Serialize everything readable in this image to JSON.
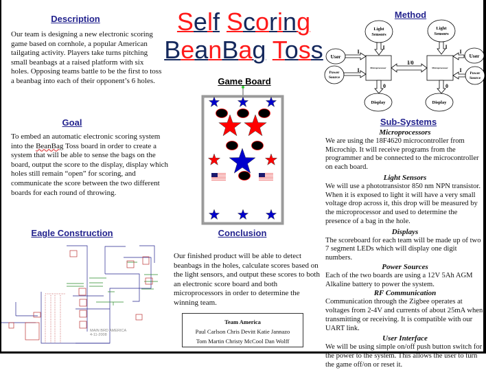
{
  "title": {
    "line1": "Self Scoring",
    "line2": "BeanBag Toss",
    "colors": {
      "red": "#ff1a1a",
      "navy": "#14285c"
    }
  },
  "description": {
    "heading": "Description",
    "text": "Our team is designing a new electronic scoring game based on cornhole, a popular American tailgating activity. Players take turns pitching small beanbags at a raised platform with six holes. Opposing teams battle to be the first to toss a beanbag into each of their opponent’s 6 holes."
  },
  "goal": {
    "heading": "Goal",
    "text_before": "To embed an automatic electronic scoring system into the ",
    "text_spell": "BeanBag",
    "text_after": " Toss board in order to create a system that will be able to sense the bags on the board, output the score to the display, display which holes still remain “open” for scoring, and communicate the score between the two different boards for each round of throwing."
  },
  "eagle": {
    "heading": "Eagle Construction",
    "label1": "MAIN BRD  AMERICA",
    "label2": "4-11-2008"
  },
  "game_board": {
    "heading": "Game Board"
  },
  "conclusion": {
    "heading": "Conclusion",
    "text": "Our finished product will be able to detect beanbags in the holes, calculate scores based on the light sensors, and output these scores to both an electronic score board and both microprocessors in order to determine the winning team."
  },
  "team": {
    "name": "Team America",
    "members_line1": "Paul Carlson  Chris Devitt Katie Jannazo",
    "members_line2": "Tom Martin  Christy McCool  Dan Wolff"
  },
  "method": {
    "heading": "Method",
    "light_sensors_1": "Light",
    "light_sensors_2": "Sensors",
    "user": "User",
    "power_1": "Power",
    "power_2": "Source",
    "micro": "Microprocessor",
    "display": "Display",
    "input": "I",
    "output": "0",
    "io": "I/0"
  },
  "subsystems": {
    "heading": "Sub-Systems",
    "sections": [
      {
        "title": "Microprocessors",
        "text": "We are using the 18F4620 microcontroller from Microchip. It will receive programs from the programmer and be connected to the microcontroller on each board."
      },
      {
        "title": "Light Sensors",
        "text": "We will use a phototransistor 850 nm NPN transistor. When it is exposed to light it will have a very small voltage drop across it, this drop will be measured by the microprocessor and used to determine the presence of a bag in the hole."
      },
      {
        "title": "Displays",
        "text": "The scoreboard for each team will be made up of two 7 segment LEDs which will display one digit numbers."
      },
      {
        "title": "Power Sources",
        "text": "Each of the two boards are using a 12V 5Ah AGM Alkaline battery to power the system."
      },
      {
        "title": "RF Communication",
        "text": "Communication through the Zigbee operates at voltages from 2-4V and currents of about 25mA when transmitting or receiving. It is compatible with our UART link."
      },
      {
        "title": "User Interface",
        "text": "We will be using simple on/off push button switch for the power to the system.  This allows the user to turn the game off/on or reset it."
      }
    ]
  }
}
